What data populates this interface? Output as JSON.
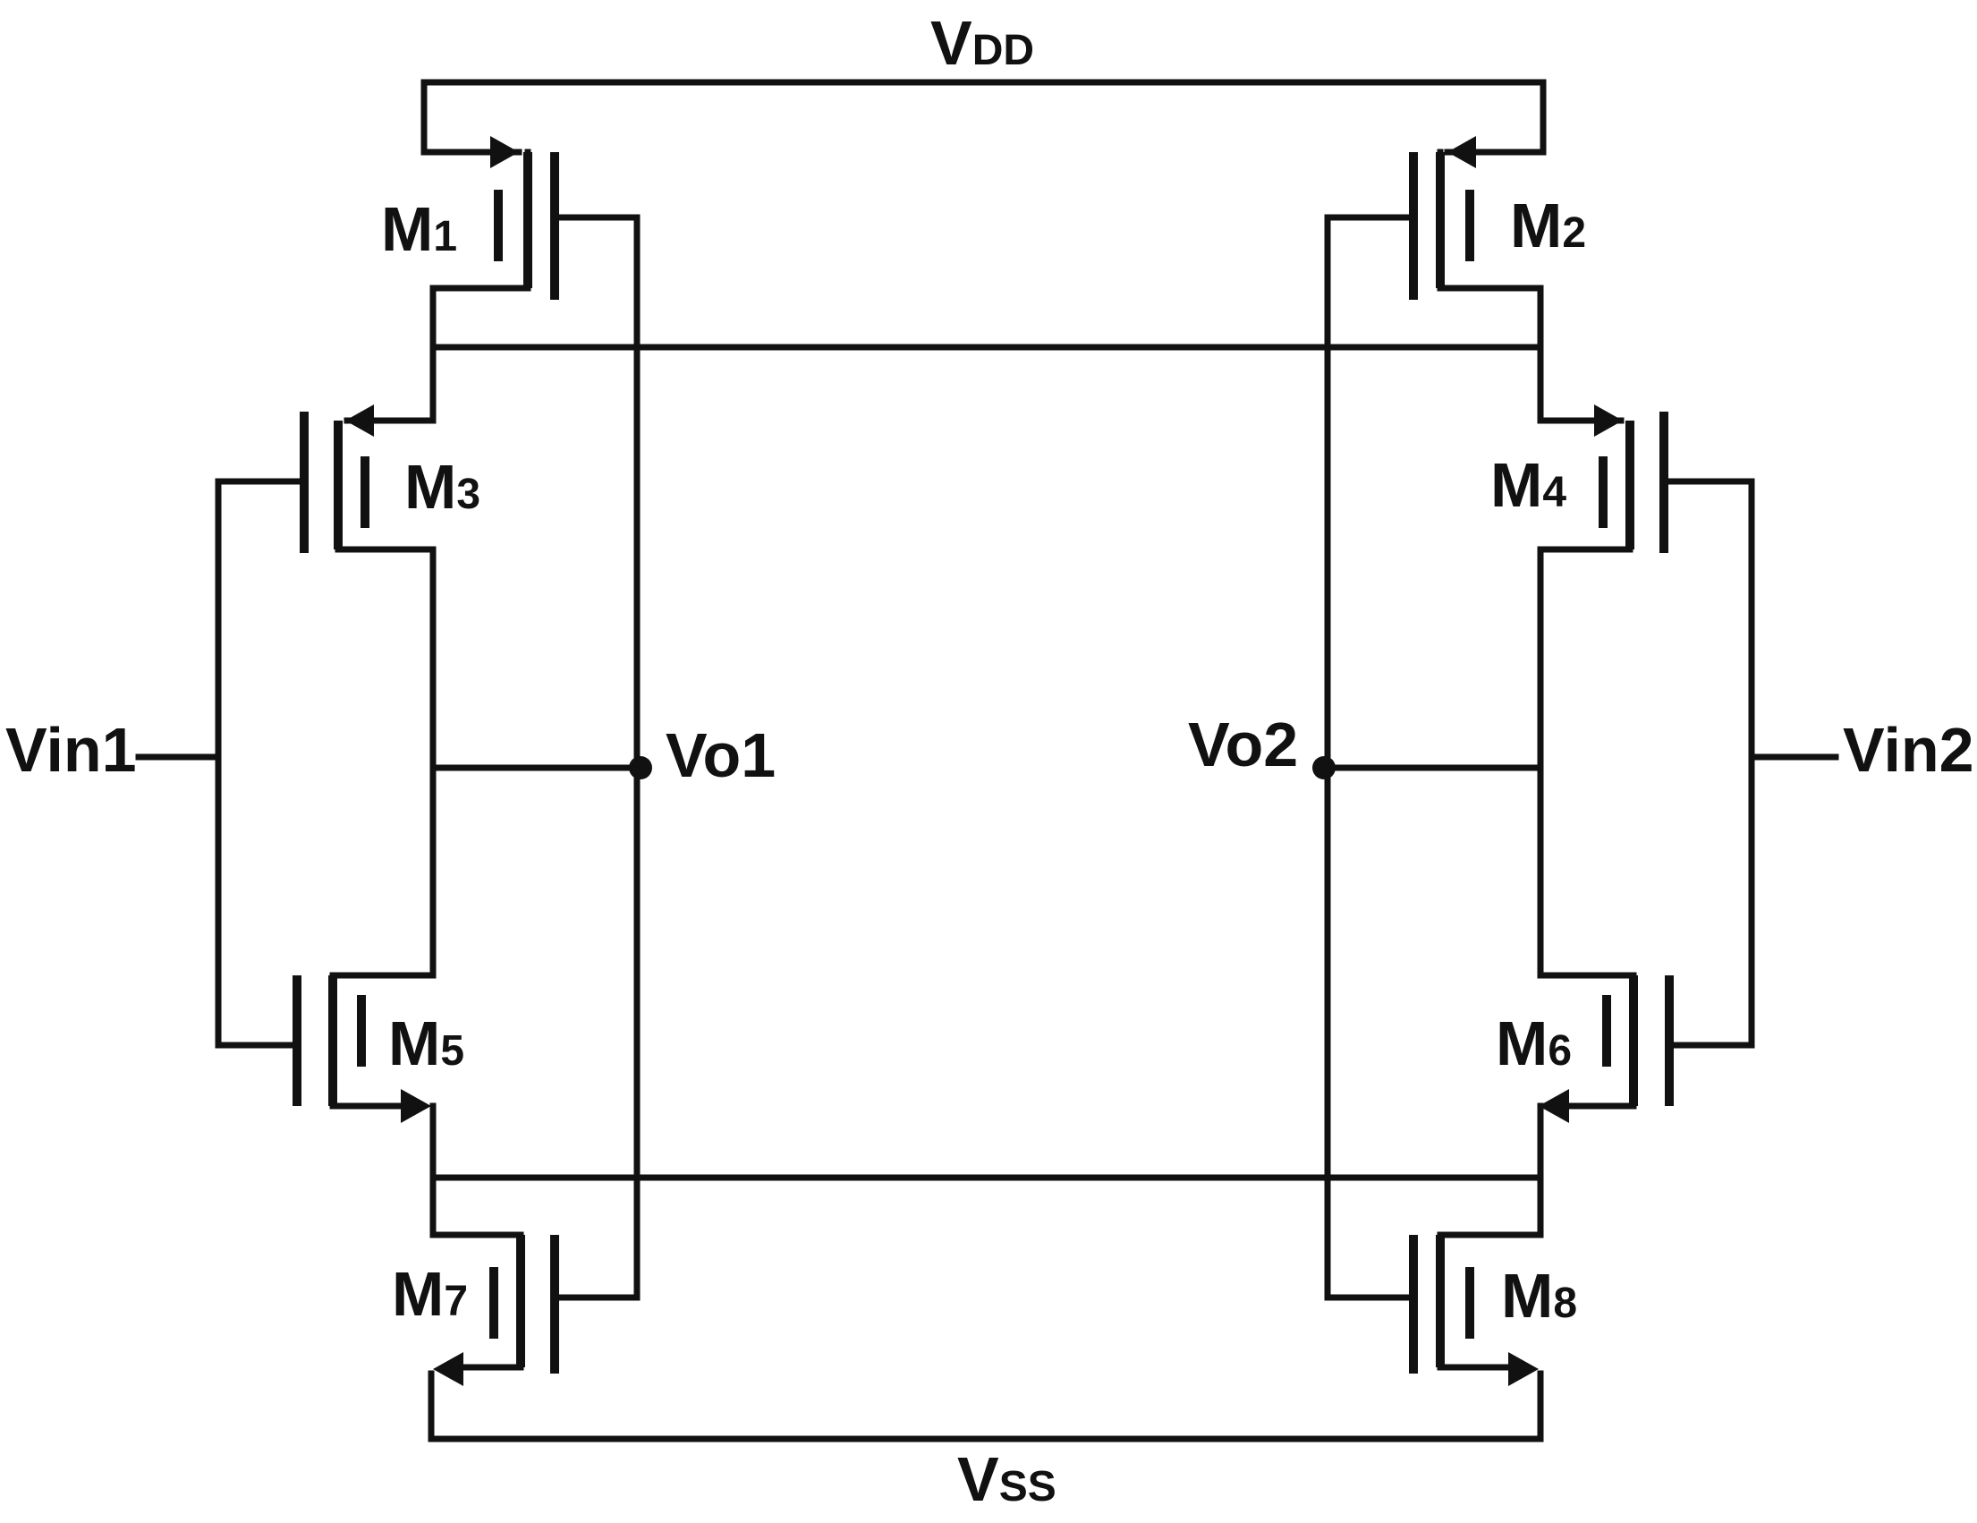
{
  "supplies": {
    "vdd": {
      "main": "V",
      "sub": "DD"
    },
    "vss": {
      "main": "V",
      "sub": "SS"
    }
  },
  "inputs": {
    "vin1": {
      "main": "V",
      "sub": "in1"
    },
    "vin2": {
      "main": "V",
      "sub": "in2"
    }
  },
  "outputs": {
    "vo1": {
      "main": "V",
      "sub": "o1"
    },
    "vo2": {
      "main": "V",
      "sub": "o2"
    }
  },
  "transistors": [
    {
      "id": "m1",
      "main": "M",
      "sub": "1",
      "type": "pmos"
    },
    {
      "id": "m2",
      "main": "M",
      "sub": "2",
      "type": "pmos"
    },
    {
      "id": "m3",
      "main": "M",
      "sub": "3",
      "type": "pmos"
    },
    {
      "id": "m4",
      "main": "M",
      "sub": "4",
      "type": "pmos"
    },
    {
      "id": "m5",
      "main": "M",
      "sub": "5",
      "type": "nmos"
    },
    {
      "id": "m6",
      "main": "M",
      "sub": "6",
      "type": "nmos"
    },
    {
      "id": "m7",
      "main": "M",
      "sub": "7",
      "type": "nmos"
    },
    {
      "id": "m8",
      "main": "M",
      "sub": "8",
      "type": "nmos"
    }
  ],
  "colors": {
    "ink": "#111111",
    "background": "#ffffff"
  }
}
